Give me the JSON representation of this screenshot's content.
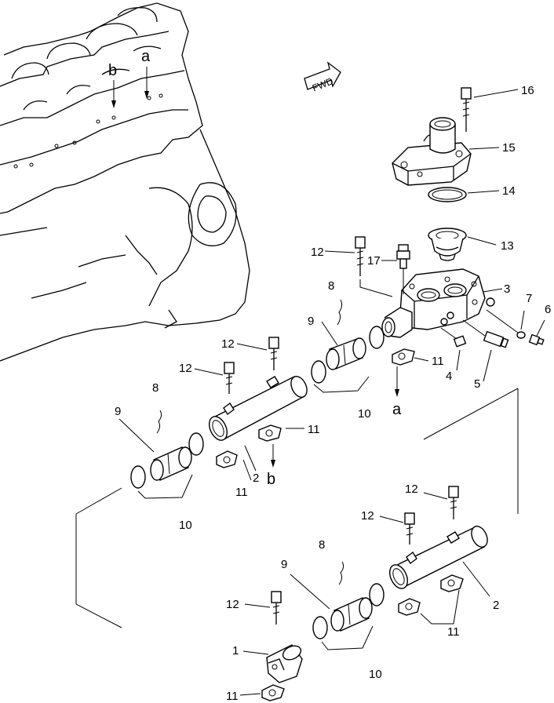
{
  "direction_tag": "FWD",
  "references": {
    "a": "a",
    "b": "b"
  },
  "callouts": {
    "c1": "1",
    "c2a": "2",
    "c2b": "2",
    "c3": "3",
    "c4": "4",
    "c5": "5",
    "c6": "6",
    "c7": "7",
    "c8a": "8",
    "c8b": "8",
    "c8c": "8",
    "c9a": "9",
    "c9b": "9",
    "c9c": "9",
    "c10a": "10",
    "c10b": "10",
    "c10c": "10",
    "c11a": "11",
    "c11b": "11",
    "c11c": "11",
    "c11d": "11",
    "c11e": "11",
    "c12a": "12",
    "c12b": "12",
    "c12c": "12",
    "c12d": "12",
    "c12e": "12",
    "c12f": "12",
    "c13": "13",
    "c14": "14",
    "c15": "15",
    "c16": "16",
    "c17": "17"
  }
}
